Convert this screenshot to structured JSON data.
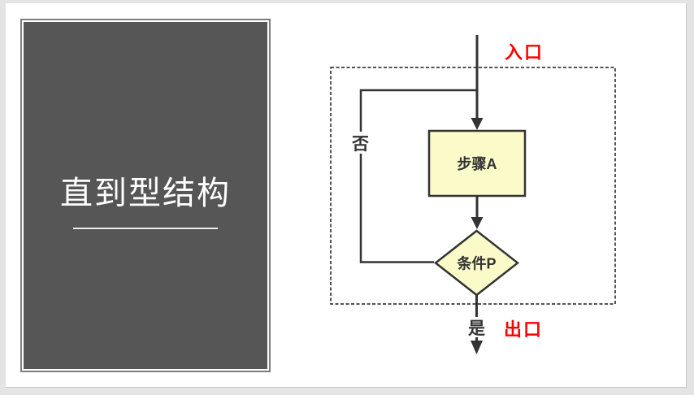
{
  "slide": {
    "title": "直到型结构"
  },
  "flowchart": {
    "entry_label": "入口",
    "exit_label": "出口",
    "no_label": "否",
    "yes_label": "是",
    "step_label": "步骤A",
    "condition_label": "条件P"
  },
  "colors": {
    "frame_bg": "#e4e4e4",
    "canvas_bg": "#ffffff",
    "panel_fill": "#565656",
    "panel_border": "#7e7e7e",
    "title_text": "#ffffff",
    "line": "#333333",
    "dash_border": "#1a1a1a",
    "node_fill": "#fbfbc9",
    "node_border": "#333333",
    "label_text": "#333333",
    "accent_red": "#ff0000",
    "label_bg": "#ffffff"
  }
}
